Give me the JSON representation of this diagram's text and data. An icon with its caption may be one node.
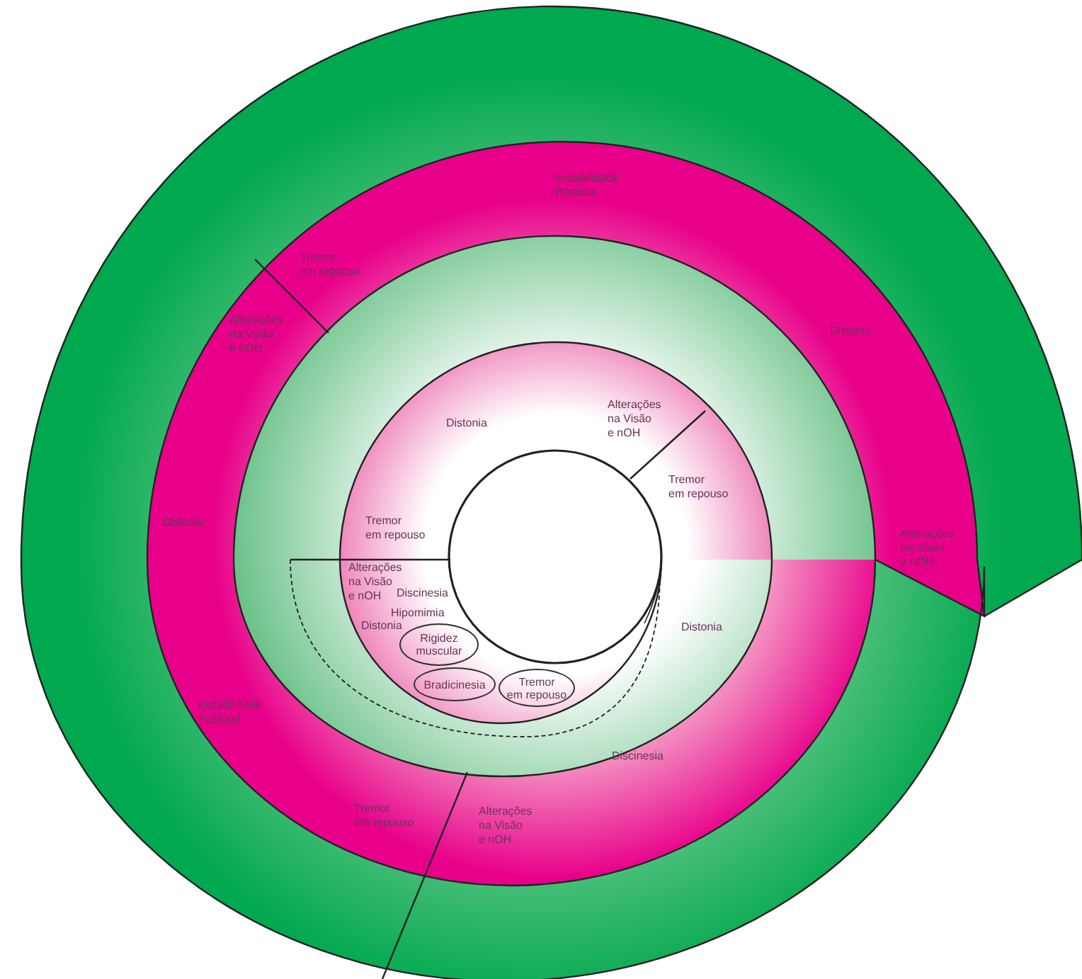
{
  "diagram": {
    "nodes": [
      {
        "text": [
          "Rigidez muscular"
        ]
      },
      {
        "text": [
          "Bradicinesia"
        ]
      },
      {
        "text": [
          "Tremor em repouso"
        ]
      }
    ],
    "labels": [
      "Instabilidade Postural",
      "Tremor em repouso",
      "Alterações na Visão e nOH",
      "Distonia",
      "Distonia",
      "Alterações na Visão e nOH",
      "Tremor em repouso",
      "Distonia",
      "Tremor em repouso",
      "Alterações na Visão e nOH",
      "Alterações na Visão e nOH",
      "Discinesia",
      "Hipomimia",
      "Distonia",
      "Distonia",
      "Instabilidade Postural",
      "Discinesia",
      "Tremor em repouso",
      "Alterações na Visão e nOH"
    ]
  }
}
